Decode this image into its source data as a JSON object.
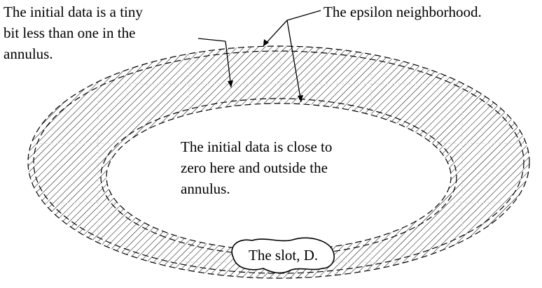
{
  "labels": {
    "annulus_note": [
      "The initial data is a tiny",
      "bit less than one in the",
      "annulus."
    ],
    "epsilon_note": "The epsilon neighborhood.",
    "center_note": [
      "The initial data is close to",
      "zero here and outside the",
      "annulus."
    ],
    "slot_note": "The slot, D."
  },
  "colors": {
    "ink": "#000000",
    "background": "#ffffff"
  }
}
